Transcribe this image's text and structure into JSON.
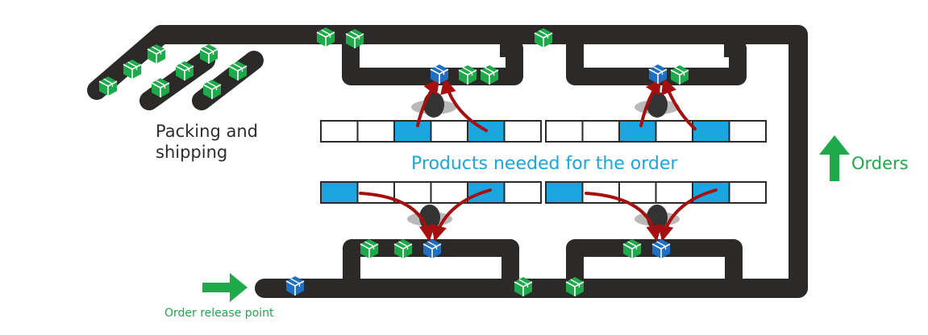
{
  "labels": {
    "packing_line1": "Packing and",
    "packing_line2": "shipping",
    "products_needed": "Products needed for the order",
    "orders": "Orders",
    "order_release_point": "Order release point"
  },
  "colors": {
    "conveyor": "#2b2a29",
    "product_needed": "#1ba6df",
    "order_box": "#1eaa4b",
    "picked_box": "#1f6fc4",
    "pick_arrow": "#a50f0f",
    "operator_body": "#333333",
    "operator_shadow": "#b9b9b9",
    "text_dark": "#2e2e2e",
    "text_green": "#1eaa4b",
    "text_blue": "#1ba6df"
  },
  "icons": {
    "order_box": "green-box-icon",
    "picked_product": "blue-box-icon",
    "direction_arrow": "green-arrow-icon"
  },
  "shelves": {
    "slots_per_shelf": 6,
    "rows": [
      {
        "name": "top-left-shelf",
        "highlighted_slots": [
          2,
          4
        ]
      },
      {
        "name": "top-right-shelf",
        "highlighted_slots": [
          2,
          4
        ]
      },
      {
        "name": "bottom-left-shelf",
        "highlighted_slots": [
          0,
          4
        ]
      },
      {
        "name": "bottom-right-shelf",
        "highlighted_slots": [
          0,
          4
        ]
      }
    ]
  }
}
